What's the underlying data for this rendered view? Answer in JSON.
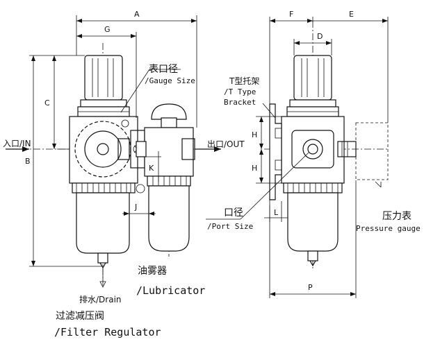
{
  "dimensions": {
    "A": "A",
    "G": "G",
    "C": "C",
    "B": "B",
    "J": "J",
    "K": "K",
    "F": "F",
    "E": "E",
    "D": "D",
    "H1": "H",
    "H2": "H",
    "L": "L",
    "P": "P"
  },
  "labels": {
    "gauge_cn": "表口径",
    "gauge_en": "/Gauge Size",
    "bracket_cn": "T型托架",
    "bracket_en1": "/T Type",
    "bracket_en2": "Bracket",
    "inlet": "入口/IN",
    "outlet": "出口/OUT",
    "port_cn": "口径",
    "port_en": "/Port Size",
    "pressure_cn": "压力表",
    "pressure_en": "Pressure gauge",
    "lubricator_cn": "油雾器",
    "lubricator_en": "/Lubricator",
    "drain": "排水/Drain",
    "filter_cn": "过滤减压阀",
    "filter_en": "/Filter Regulator"
  }
}
